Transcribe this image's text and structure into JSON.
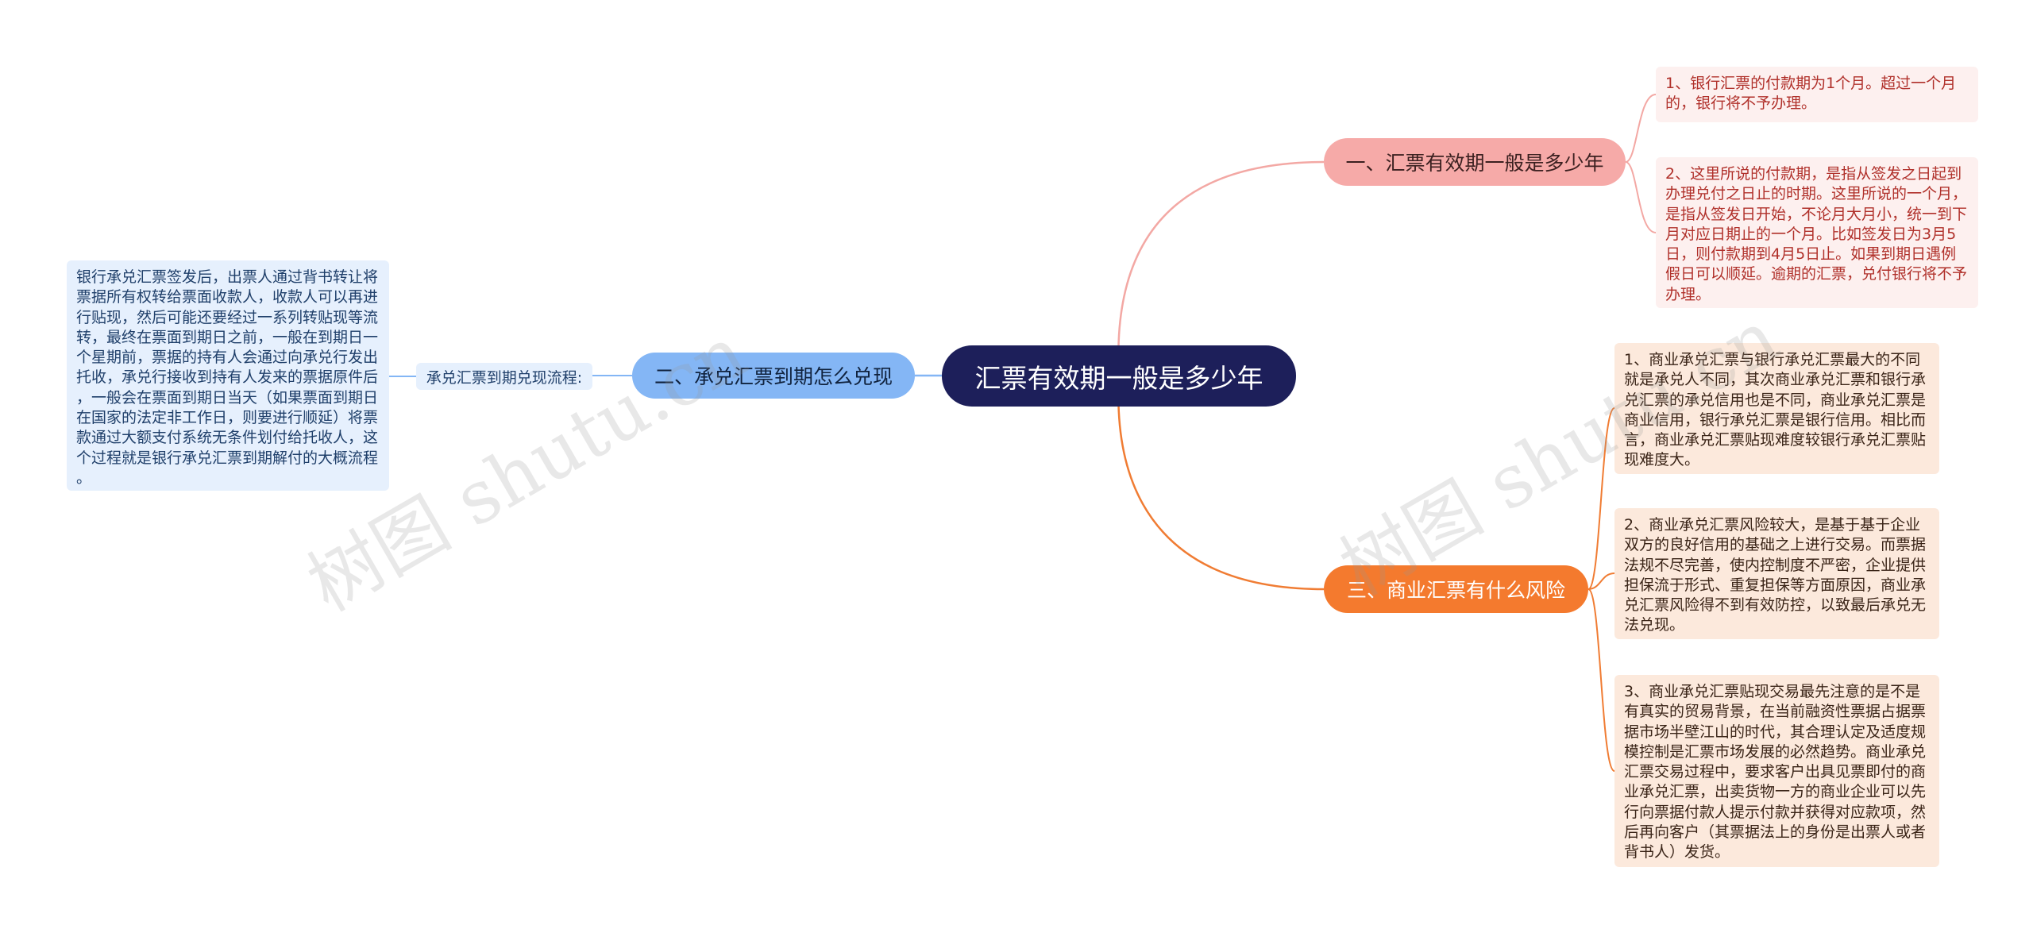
{
  "root": {
    "label": "汇票有效期一般是多少年"
  },
  "branches": {
    "b1": {
      "label": "一、汇票有效期一般是多少年",
      "leaves": [
        "1、银行汇票的付款期为1个月。超过一个月\n的，银行将不予办理。",
        "2、这里所说的付款期，是指从签发之日起到\n办理兑付之日止的时期。这里所说的一个月，\n是指从签发日开始，不论月大月小，统一到下\n月对应日期止的一个月。比如签发日为3月5\n日，则付款期到4月5日止。如果到期日遇例\n假日可以顺延。逾期的汇票，兑付银行将不予\n办理。"
      ]
    },
    "b2": {
      "label": "二、承兑汇票到期怎么兑现",
      "sub": "承兑汇票到期兑现流程:",
      "leaf": "银行承兑汇票签发后，出票人通过背书转让将\n票据所有权转给票面收款人，收款人可以再进\n行贴现，然后可能还要经过一系列转贴现等流\n转，最终在票面到期日之前，一般在到期日一\n个星期前，票据的持有人会通过向承兑行发出\n托收，承兑行接收到持有人发来的票据原件后\n，一般会在票面到期日当天（如果票面到期日\n在国家的法定非工作日，则要进行顺延）将票\n款通过大额支付系统无条件划付给托收人，这\n个过程就是银行承兑汇票到期解付的大概流程\n。"
    },
    "b3": {
      "label": "三、商业汇票有什么风险",
      "leaves": [
        "1、商业承兑汇票与银行承兑汇票最大的不同\n就是承兑人不同，其次商业承兑汇票和银行承\n兑汇票的承兑信用也是不同，商业承兑汇票是\n商业信用，银行承兑汇票是银行信用。相比而\n言，商业承兑汇票贴现难度较银行承兑汇票贴\n现难度大。",
        "2、商业承兑汇票风险较大，是基于基于企业\n双方的良好信用的基础之上进行交易。而票据\n法规不尽完善，使内控制度不严密，企业提供\n担保流于形式、重复担保等方面原因，商业承\n兑汇票风险得不到有效防控，以致最后承兑无\n法兑现。",
        "3、商业承兑汇票贴现交易最先注意的是不是\n有真实的贸易背景，在当前融资性票据占据票\n据市场半壁江山的时代，其合理认定及适度规\n模控制是汇票市场发展的必然趋势。商业承兑\n汇票交易过程中，要求客户出具见票即付的商\n业承兑汇票，出卖货物一方的商业企业可以先\n行向票据付款人提示付款并获得对应款项，然\n后再向客户（其票据法上的身份是出票人或者\n背书人）发货。"
      ]
    }
  },
  "watermark": "树图 shutu.cn",
  "colors": {
    "root": "#1d1f5a",
    "branch1": "#f6aaa8",
    "branch2": "#84b6f5",
    "branch3": "#f47a2e"
  }
}
